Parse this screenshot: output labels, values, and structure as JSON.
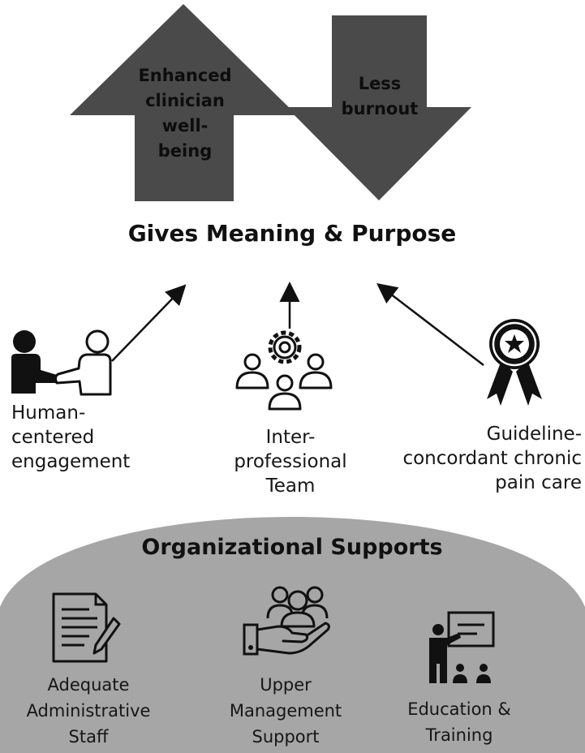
{
  "top_arrows": {
    "up_label": "Enhanced clinician well-being",
    "down_label": "Less burnout"
  },
  "meaning": {
    "title": "Gives Meaning & Purpose"
  },
  "drivers": [
    {
      "label": "Human-centered engagement",
      "icon": "handshake-icon"
    },
    {
      "label": "Inter-professional Team",
      "icon": "team-gear-icon"
    },
    {
      "label": "Guideline-concordant chronic pain care",
      "icon": "award-ribbon-icon"
    }
  ],
  "supports": {
    "title": "Organizational Supports",
    "items": [
      {
        "label": "Adequate Administrative Staff",
        "icon": "document-pen-icon"
      },
      {
        "label": "Upper Management Support",
        "icon": "hand-people-icon"
      },
      {
        "label": "Education & Training",
        "icon": "teacher-board-icon"
      }
    ]
  },
  "colors": {
    "arrow_fill": "#4a4a4a",
    "dome_fill": "#a6a6a6",
    "ink": "#111111"
  }
}
